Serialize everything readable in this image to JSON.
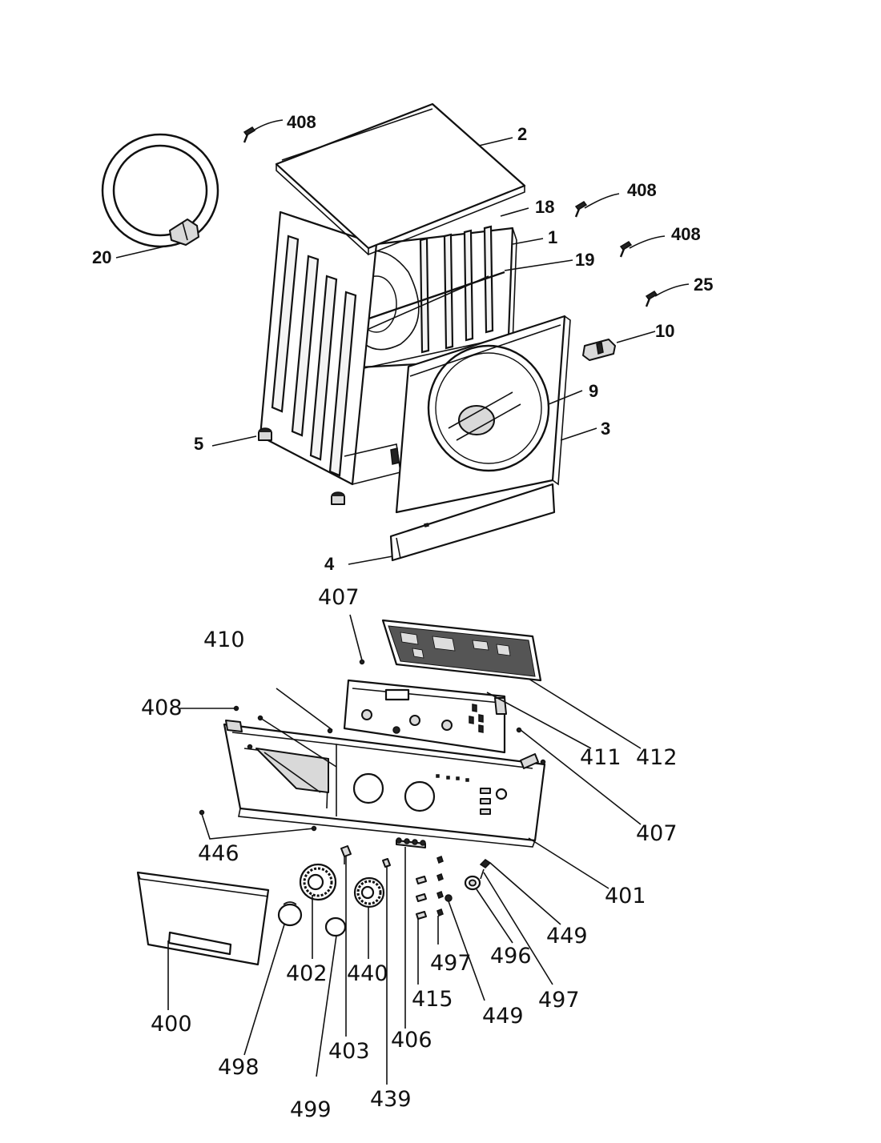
{
  "labels": {
    "l408a": "408",
    "l2": "2",
    "l408b": "408",
    "l18": "18",
    "l1": "1",
    "l408c": "408",
    "l19": "19",
    "l20": "20",
    "l25": "25",
    "l10": "10",
    "l9": "9",
    "l3": "3",
    "l5": "5",
    "l4": "4",
    "l407a": "407",
    "l410": "410",
    "l408d": "408",
    "l411": "411",
    "l412": "412",
    "l407b": "407",
    "l446": "446",
    "l401": "401",
    "l449a": "449",
    "l400": "400",
    "l402": "402",
    "l440": "440",
    "l497a": "497",
    "l496": "496",
    "l497b": "497",
    "l415": "415",
    "l449b": "449",
    "l498": "498",
    "l403": "403",
    "l406": "406",
    "l499": "499",
    "l439": "439"
  },
  "colors": {
    "line": "#111111",
    "background": "#ffffff",
    "shade": "#d9d9d9"
  }
}
